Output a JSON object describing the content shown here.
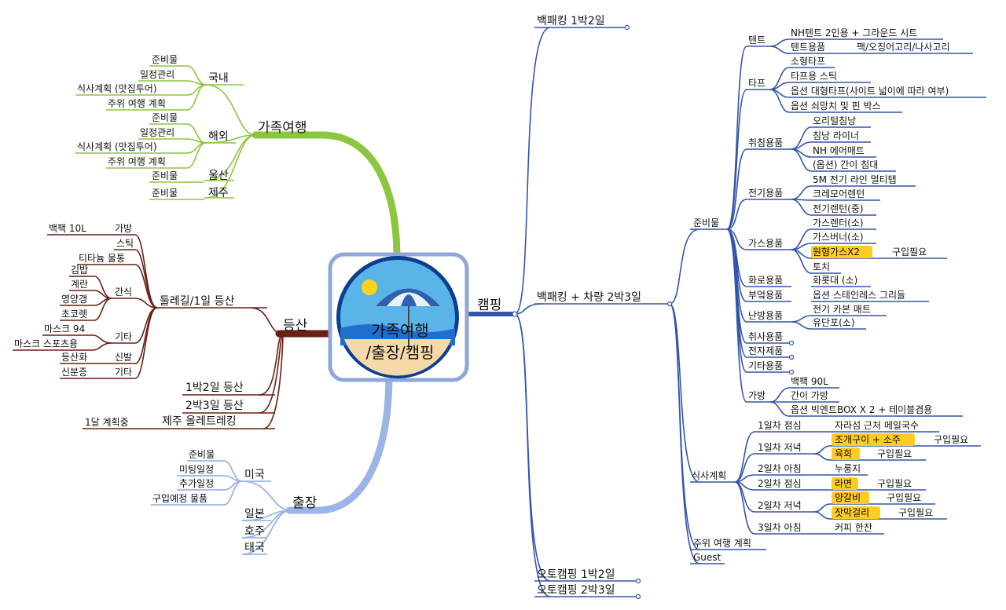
{
  "center": {
    "lines": [
      "가족여행",
      "/출장/캠핑"
    ]
  },
  "colors": {
    "green": "#8cc53f",
    "brown": "#6b1e14",
    "blue": "#7d9bd8",
    "navy": "#3355aa",
    "highlight": "#ffcc22"
  },
  "family": {
    "title": "가족여행",
    "domestic": {
      "label": "국내",
      "items": [
        "준비물",
        "일정관리",
        "식사계획 (맛집투어)",
        "주위 여행 계획"
      ]
    },
    "abroad": {
      "label": "해외",
      "items": [
        "준비물",
        "일정관리",
        "식사계획 (맛집투어)",
        "주위 여행 계획"
      ]
    },
    "ulsan": {
      "label": "울산",
      "items": [
        "준비물"
      ]
    },
    "jeju": {
      "label": "제주",
      "items": [
        "준비물"
      ]
    }
  },
  "hiking": {
    "title": "등산",
    "dulle": {
      "label": "둘레길/1일 등산",
      "bag": "가방",
      "backpack": "백팩 10L",
      "stick": "스틱",
      "tithanium": "티타늄 물통",
      "snack": "간식",
      "snacks": [
        "김밥",
        "계란",
        "영양갱",
        "초코렛"
      ],
      "etc1": "기타",
      "mask94": "마스크 94",
      "maskSport": "마스크 스포츠용",
      "shoes": "신발",
      "hikingShoes": "등산화",
      "etc2": "기타",
      "idCard": "신분증"
    },
    "twoDay": "1박2일 등산",
    "threeDay": "2박3일 등산",
    "jejuOlle": "제주 올레트레킹",
    "oneMonth": "1달 계획중"
  },
  "business": {
    "title": "출장",
    "usa": "미국",
    "usaItems": [
      "준비물",
      "미팅일정",
      "추가일정",
      "구입예정 물품"
    ],
    "japan": "일본",
    "australia": "호주",
    "thailand": "태국"
  },
  "camping": {
    "title": "캠핑",
    "bp12": "백패킹 1박2일",
    "bpCar": "백패킹 + 차량 2박3일",
    "auto12": "오토캠핑 1박2일",
    "auto23": "오토캠핑 2박3일",
    "prep": "준비물",
    "tent": {
      "label": "텐트",
      "items": [
        "NH텐트 2인용 + 그라운드 시트",
        "텐트용품"
      ],
      "tentSub": "팩/오징어고리/나사고리"
    },
    "tarp": {
      "label": "타프",
      "items": [
        "소형타프",
        "타프용 스틱",
        "옵션 대형타프(사이트 넓이에 따라 여부)",
        "옵션 쇠망치 및 핀 박스"
      ]
    },
    "sleep": {
      "label": "취침용품",
      "items": [
        "오리털침낭",
        "침낭 라이너",
        "NH 에어매트",
        "(옵션) 간이 침대"
      ]
    },
    "elec": {
      "label": "전기용품",
      "items": [
        "5M 전기 라인 멀티탭",
        "크레모어렌턴",
        "전기렌턴(중)"
      ]
    },
    "gas": {
      "label": "가스용품",
      "items": [
        "가스렌터(소)",
        "가스버너(소)",
        "원형가스X2",
        "토치"
      ],
      "needBuy": "구입필요"
    },
    "fire": {
      "label": "화로용품",
      "items": [
        "화롯대 (소)"
      ]
    },
    "kitchen": {
      "label": "부엌용품",
      "items": [
        "옵션 스테인레스 그리들"
      ]
    },
    "heat": {
      "label": "난방용품",
      "items": [
        "전기 카본 매트",
        "유단포(소)"
      ]
    },
    "cook": "취사용품",
    "electronics": "전자제품",
    "misc": "기타용품",
    "bag": {
      "label": "가방",
      "items": [
        "백팩 90L",
        "간이 가방",
        "옵션 빅엔트BOX X 2 + 테이블겸용"
      ]
    },
    "meal": {
      "label": "식사계획",
      "d1lunch": "1일차 점심",
      "d1lunchItem": "자라섬 근처 메일국수",
      "d1dinner": "1일차 저녁",
      "d1dinnerItems": [
        "조개구이 + 소주",
        "육회"
      ],
      "d2morning": "2일차 아침",
      "d2morningItem": "누룽지",
      "d2lunch": "2일차 점심",
      "d2lunchItem": "라면",
      "d2dinner": "2일차 저녁",
      "d2dinnerItems": [
        "양갈비",
        "잣막걸리"
      ],
      "d3morning": "3일차 아침",
      "d3morningItem": "커피 한잔",
      "needBuy": "구입필요"
    },
    "nearby": "주위 여행 계획",
    "guest": "Guest"
  }
}
